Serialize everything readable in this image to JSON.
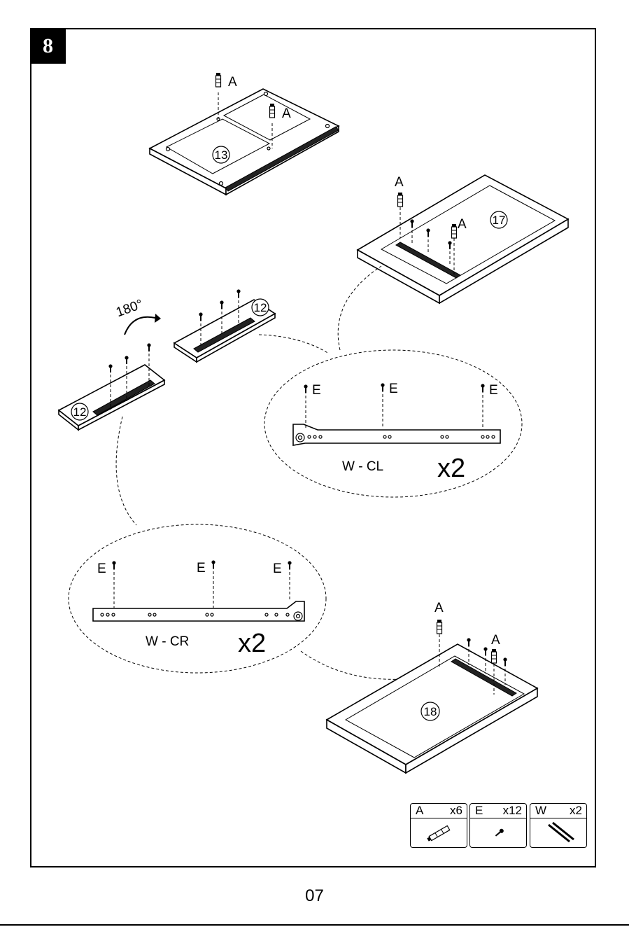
{
  "step": {
    "number": "8"
  },
  "page": {
    "number": "07"
  },
  "rotation": {
    "label": "180°"
  },
  "panels": {
    "p13": "13",
    "p17": "17",
    "p12a": "12",
    "p12b": "12",
    "p18": "18"
  },
  "fastener_labels": {
    "dowel": "A",
    "screw": "E"
  },
  "callouts": {
    "left_rail": {
      "name": "W - CL",
      "qty": "x2"
    },
    "right_rail": {
      "name": "W - CR",
      "qty": "x2"
    }
  },
  "legend": [
    {
      "letter": "A",
      "qty": "x6",
      "icon": "dowel-icon"
    },
    {
      "letter": "E",
      "qty": "x12",
      "icon": "screw-icon"
    },
    {
      "letter": "W",
      "qty": "x2",
      "icon": "rail-icon"
    }
  ]
}
